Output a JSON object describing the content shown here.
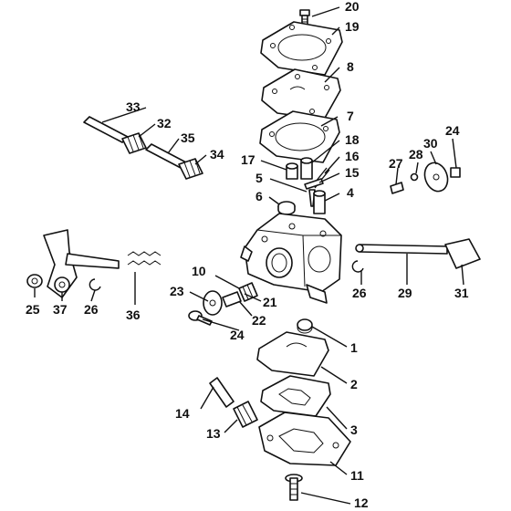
{
  "diagram": {
    "callouts": [
      {
        "id": "c1",
        "label": "1"
      },
      {
        "id": "c2",
        "label": "2"
      },
      {
        "id": "c3",
        "label": "3"
      },
      {
        "id": "c4",
        "label": "4"
      },
      {
        "id": "c5",
        "label": "5"
      },
      {
        "id": "c6",
        "label": "6"
      },
      {
        "id": "c7",
        "label": "7"
      },
      {
        "id": "c8",
        "label": "8"
      },
      {
        "id": "c10",
        "label": "10"
      },
      {
        "id": "c11",
        "label": "11"
      },
      {
        "id": "c12",
        "label": "12"
      },
      {
        "id": "c13",
        "label": "13"
      },
      {
        "id": "c14",
        "label": "14"
      },
      {
        "id": "c15",
        "label": "15"
      },
      {
        "id": "c16",
        "label": "16"
      },
      {
        "id": "c17",
        "label": "17"
      },
      {
        "id": "c18",
        "label": "18"
      },
      {
        "id": "c19",
        "label": "19"
      },
      {
        "id": "c20",
        "label": "20"
      },
      {
        "id": "c21",
        "label": "21"
      },
      {
        "id": "c22",
        "label": "22"
      },
      {
        "id": "c23",
        "label": "23"
      },
      {
        "id": "c24a",
        "label": "24"
      },
      {
        "id": "c24b",
        "label": "24"
      },
      {
        "id": "c25",
        "label": "25"
      },
      {
        "id": "c26a",
        "label": "26"
      },
      {
        "id": "c26b",
        "label": "26"
      },
      {
        "id": "c27",
        "label": "27"
      },
      {
        "id": "c28",
        "label": "28"
      },
      {
        "id": "c29",
        "label": "29"
      },
      {
        "id": "c30",
        "label": "30"
      },
      {
        "id": "c31",
        "label": "31"
      },
      {
        "id": "c32",
        "label": "32"
      },
      {
        "id": "c33",
        "label": "33"
      },
      {
        "id": "c34",
        "label": "34"
      },
      {
        "id": "c35",
        "label": "35"
      },
      {
        "id": "c36",
        "label": "36"
      },
      {
        "id": "c37",
        "label": "37"
      }
    ]
  }
}
